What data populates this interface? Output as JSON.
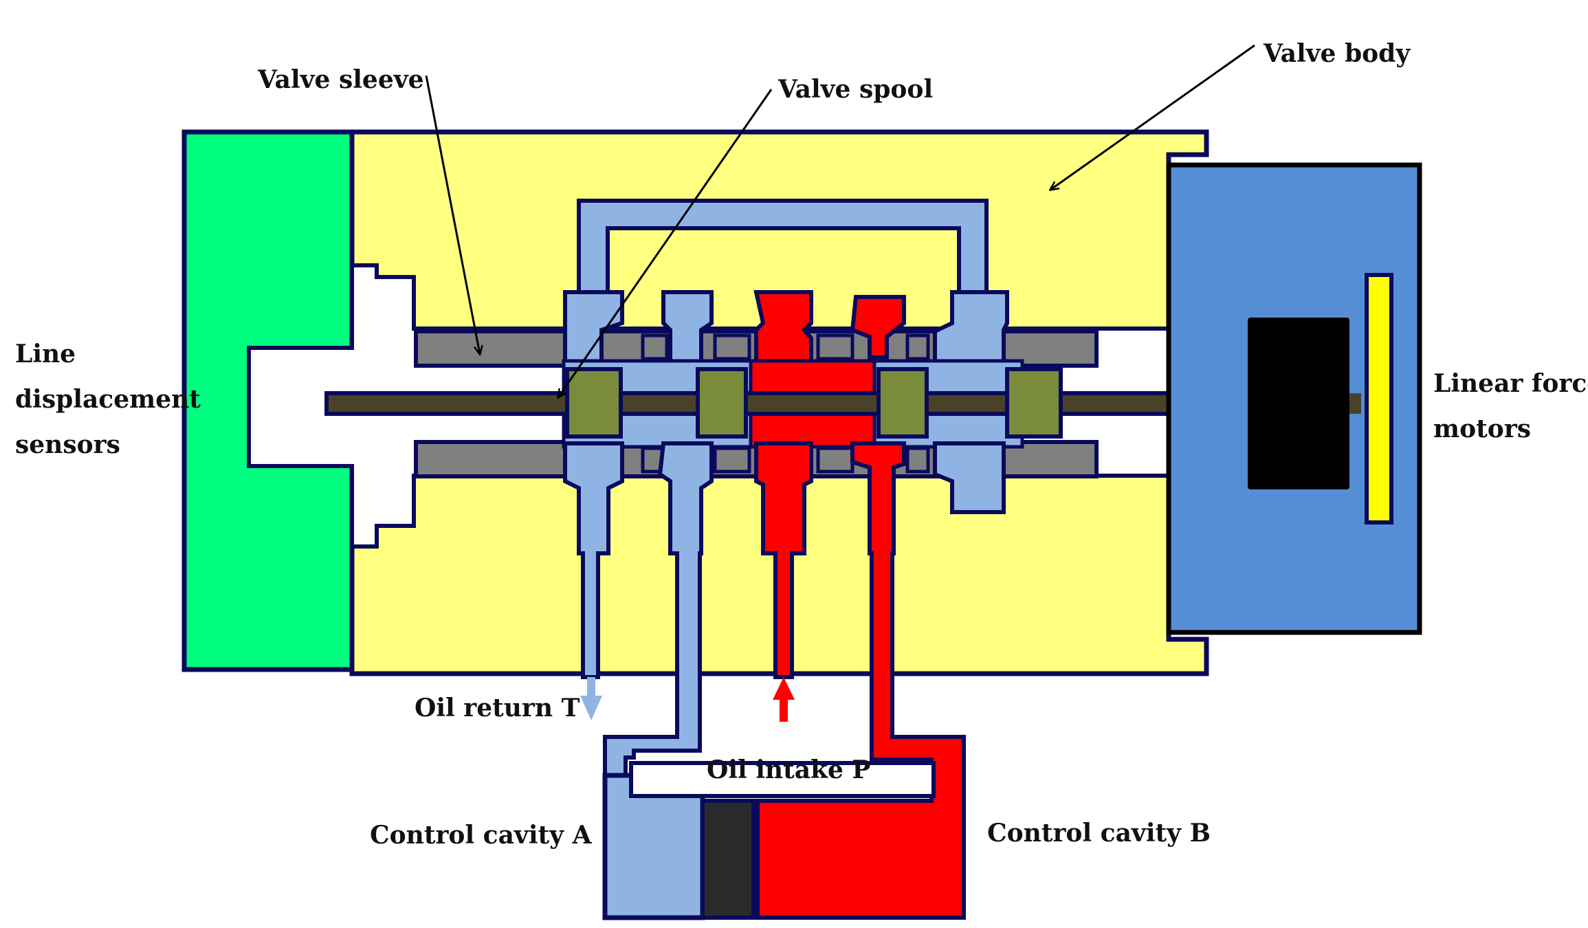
{
  "labels": {
    "valve_sleeve": "Valve sleeve",
    "valve_spool": "Valve spool",
    "valve_body": "Valve body",
    "line_displacement_sensors": [
      "Line",
      "displacement",
      "sensors"
    ],
    "linear_force_motors": [
      "Linear force",
      "motors"
    ],
    "oil_return": "Oil return T",
    "oil_intake": "Oil intake P",
    "control_cavity_a": "Control cavity A",
    "control_cavity_b": "Control cavity B"
  },
  "colors": {
    "outline": "#0a0a5c",
    "valve_body": "#ffff80",
    "sensor": "#00ff80",
    "motor": "#568ed6",
    "motor_core": "#000000",
    "motor_bar": "#ffff00",
    "return_oil": "#8fb4e3",
    "pressure_oil": "#ff0000",
    "spool_land": "#7a8c3c",
    "spool_rod": "#4a4228",
    "sleeve": "#808080",
    "piston": "#2a2a2a",
    "leader": "#000000"
  }
}
